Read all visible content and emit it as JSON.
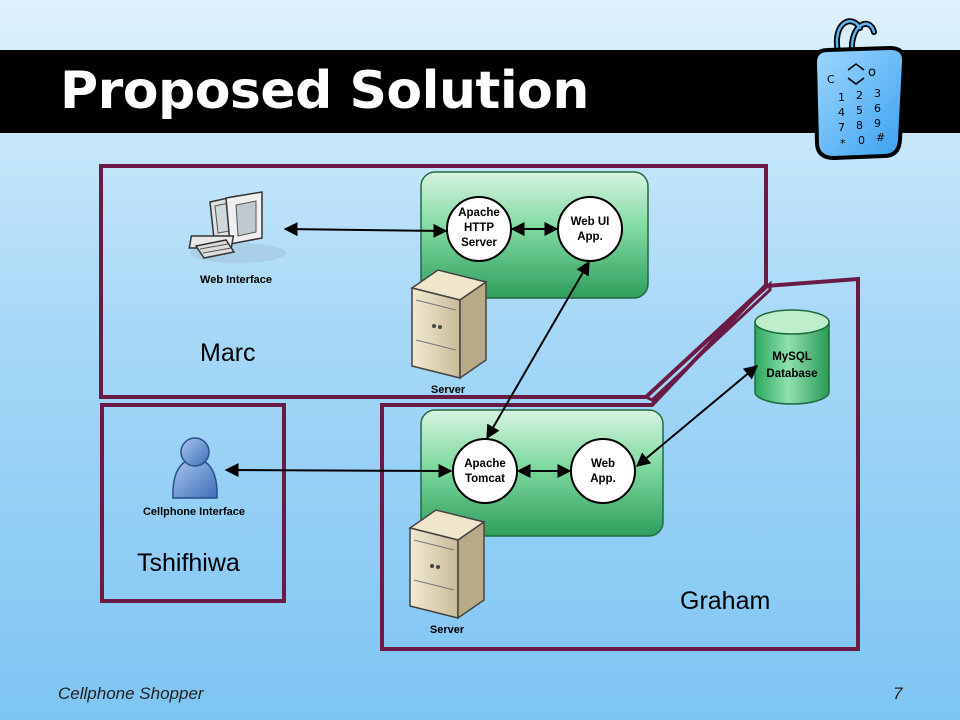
{
  "slide": {
    "title": "Proposed Solution",
    "footer_text": "Cellphone Shopper",
    "page_number": "7"
  },
  "diagram": {
    "regions": {
      "marc": "Marc",
      "tshifhiwa": "Tshifhiwa",
      "graham": "Graham"
    },
    "labels": {
      "web_interface": "Web Interface",
      "cellphone_interface": "Cellphone Interface",
      "server_top": "Server",
      "server_bottom": "Server"
    },
    "nodes": {
      "apache_http": [
        "Apache",
        "HTTP",
        "Server"
      ],
      "web_ui_app": [
        "Web UI",
        "App."
      ],
      "apache_tomcat": [
        "Apache",
        "Tomcat"
      ],
      "web_app": [
        "Web",
        "App."
      ],
      "mysql": [
        "MySQL",
        "Database"
      ]
    },
    "phone_keys": [
      "C",
      "1",
      "2",
      "3",
      "4",
      "5",
      "6",
      "7",
      "8",
      "9",
      "*",
      "0",
      "#"
    ]
  },
  "colors": {
    "region_border": "#6b1a45",
    "panel_green": "#3fbf74",
    "arrow": "#000000"
  }
}
